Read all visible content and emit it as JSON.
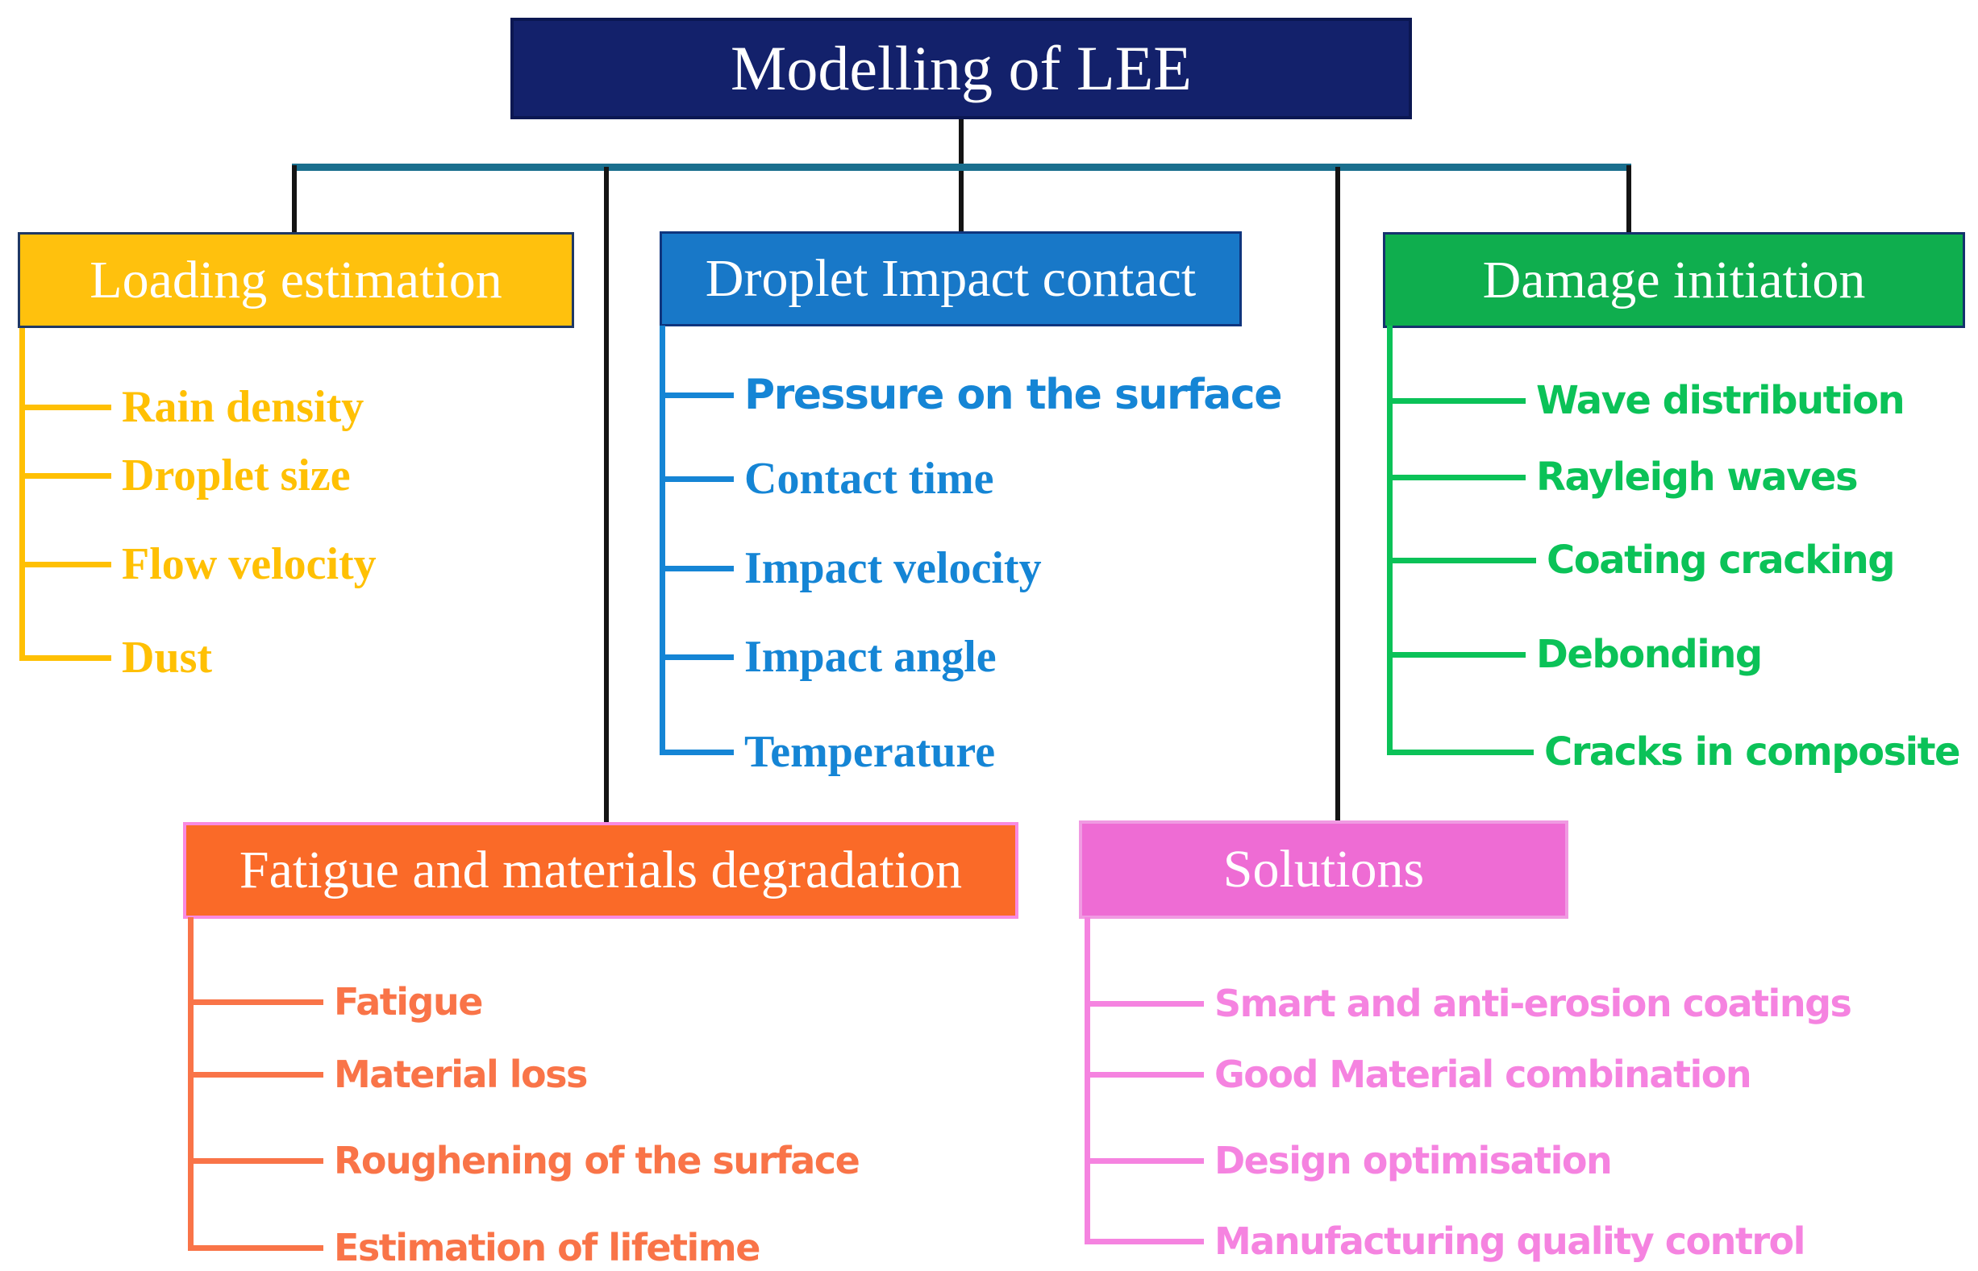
{
  "diagram": {
    "root": {
      "label": "Modelling of LEE",
      "colors": {
        "fill": "#13216b",
        "border": "#0b1752",
        "text": "#ffffff"
      }
    },
    "connectors": {
      "crossbar": "#1a6f8e",
      "drop": "#141414"
    },
    "branches": [
      {
        "id": "loading-estimation",
        "label": "Loading estimation",
        "colors": {
          "fill": "#ffc10d",
          "border": "#1f3864",
          "text": "#ffffff",
          "item": "#ffc003"
        },
        "items": [
          "Rain density",
          "Droplet size",
          "Flow velocity",
          "Dust"
        ]
      },
      {
        "id": "droplet-impact-contact",
        "label": "Droplet Impact contact",
        "colors": {
          "fill": "#1878c8",
          "border": "#0f357e",
          "text": "#ffffff",
          "item": "#1585d5"
        },
        "items": [
          "Pressure on the surface",
          "Contact time",
          "Impact velocity",
          "Impact angle",
          "Temperature"
        ]
      },
      {
        "id": "damage-initiation",
        "label": "Damage initiation",
        "colors": {
          "fill": "#0fae4e",
          "border": "#15326e",
          "text": "#ffffff",
          "item": "#0bc258"
        },
        "items": [
          "Wave distribution",
          "Rayleigh waves",
          "Coating cracking",
          "Debonding",
          "Cracks in composite"
        ]
      },
      {
        "id": "fatigue-and-materials-degradation",
        "label": "Fatigue and materials degradation",
        "colors": {
          "fill": "#fa6a28",
          "border": "#f98ae0",
          "text": "#ffffff",
          "item": "#f97448"
        },
        "items": [
          "Fatigue",
          "Material loss",
          "Roughening of the surface",
          "Estimation of lifetime"
        ]
      },
      {
        "id": "solutions",
        "label": "Solutions",
        "colors": {
          "fill": "#ee6cd4",
          "border": "#f09ae2",
          "text": "#ffffff",
          "item": "#f583e0"
        },
        "items": [
          "Smart and anti-erosion coatings",
          "Good Material combination",
          "Design optimisation",
          "Manufacturing quality control"
        ]
      }
    ]
  }
}
